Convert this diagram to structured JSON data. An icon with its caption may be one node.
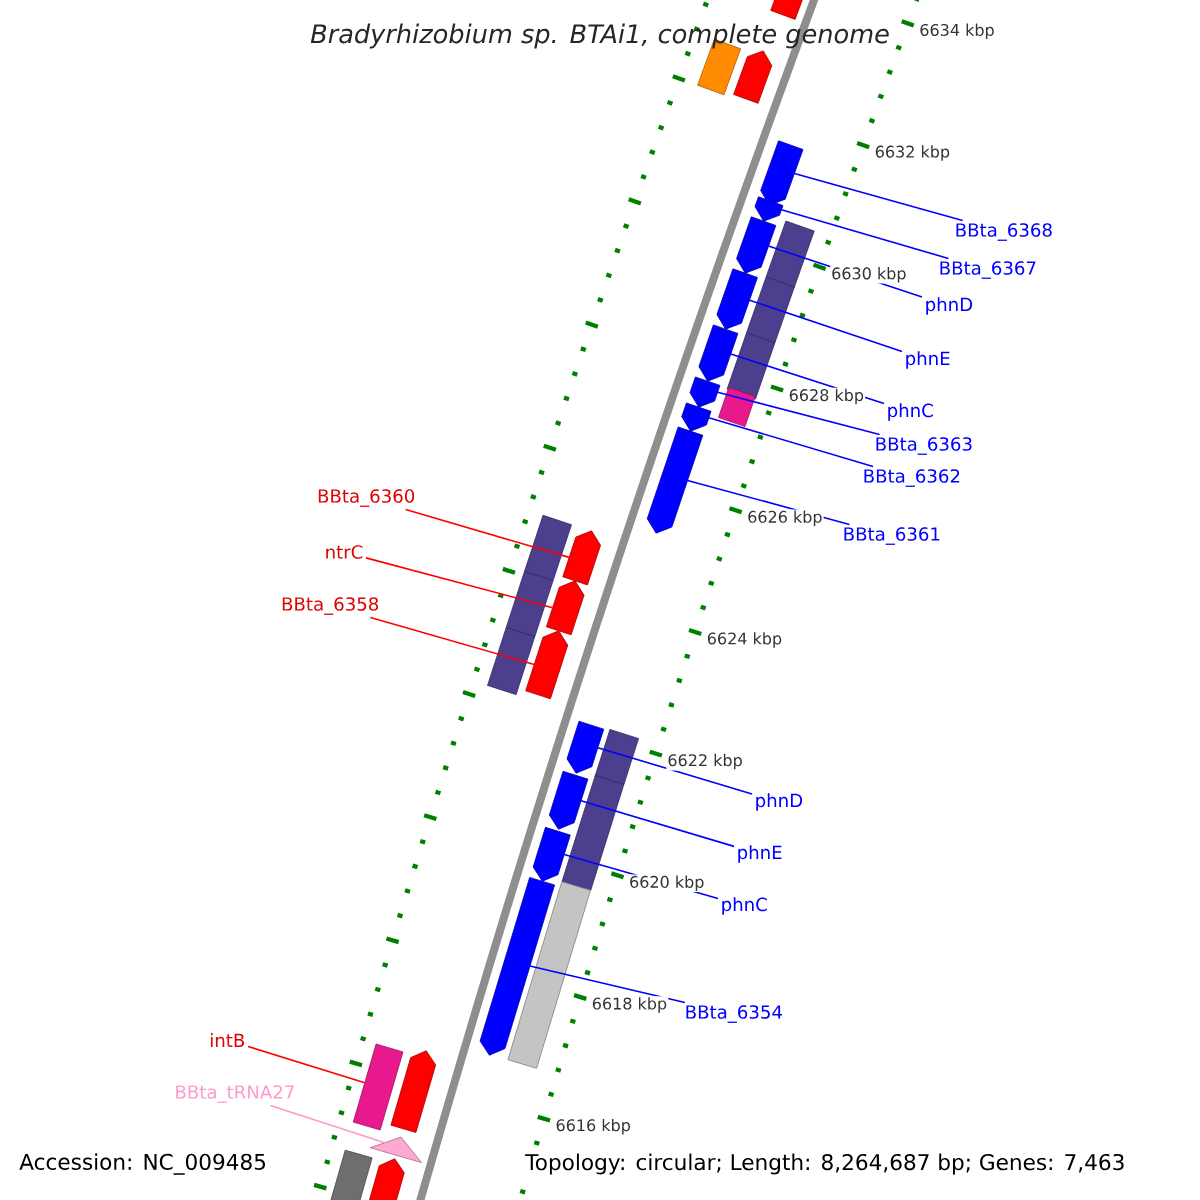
{
  "diagram": {
    "title": "Bradyrhizobium sp. BTAi1, complete genome",
    "nodes": [
      {
        "text": [
          "BBta_6368"
        ]
      },
      {
        "text": [
          "BBta_6367"
        ]
      },
      {
        "text": [
          "phnD"
        ]
      },
      {
        "text": [
          "phnE"
        ]
      },
      {
        "text": [
          "phnC"
        ]
      },
      {
        "text": [
          "BBta_6363"
        ]
      },
      {
        "text": [
          "BBta_6362"
        ]
      },
      {
        "text": [
          "BBta_6361"
        ]
      },
      {
        "text": [
          "BBta_6360"
        ]
      },
      {
        "text": [
          "ntrC"
        ]
      },
      {
        "text": [
          "BBta_6358"
        ]
      },
      {
        "text": [
          "phnD"
        ]
      },
      {
        "text": [
          "phnE"
        ]
      },
      {
        "text": [
          "phnC"
        ]
      },
      {
        "text": [
          "BBta_6354"
        ]
      },
      {
        "text": [
          "intB"
        ]
      },
      {
        "text": [
          "BBta_tRNA27"
        ]
      },
      {
        "text": [],
        "shape": "bar"
      },
      {
        "text": [],
        "shape": "bar"
      },
      {
        "text": [],
        "shape": "bar"
      },
      {
        "text": [],
        "shape": "bar"
      },
      {
        "text": [],
        "shape": "bar"
      },
      {
        "text": [],
        "shape": "bar"
      },
      {
        "text": [],
        "shape": "bar"
      },
      {
        "text": [],
        "shape": "bar"
      },
      {
        "text": [],
        "shape": "bar"
      },
      {
        "text": [],
        "shape": "bar"
      },
      {
        "text": [],
        "shape": "bar"
      },
      {
        "text": [],
        "shape": "bar"
      },
      {
        "text": [],
        "shape": "bar"
      },
      {
        "text": [],
        "shape": "bar"
      },
      {
        "text": [],
        "shape": "bar"
      },
      {
        "text": [],
        "shape": "bar"
      },
      {
        "text": [],
        "shape": "bar"
      },
      {
        "text": [],
        "shape": "bar"
      },
      {
        "text": [],
        "shape": "bar"
      },
      {
        "text": [],
        "shape": "bar"
      },
      {
        "text": [],
        "shape": "bar"
      },
      {
        "text": [],
        "shape": "bar"
      },
      {
        "text": [],
        "shape": "bar"
      },
      {
        "text": [],
        "shape": "bar"
      },
      {
        "text": [],
        "shape": "bar"
      },
      {
        "text": [],
        "shape": "bar"
      },
      {
        "text": [],
        "shape": "bar"
      },
      {
        "text": [],
        "shape": "bar"
      },
      {
        "text": [],
        "shape": "bar"
      },
      {
        "text": [],
        "shape": "bar"
      },
      {
        "text": [],
        "shape": "triangle"
      },
      {
        "text": [],
        "shape": "bar"
      },
      {
        "text": [],
        "shape": "bar"
      }
    ],
    "edges": [
      {
        "from": 0,
        "to": 20,
        "arrow": "none"
      },
      {
        "from": 1,
        "to": 21,
        "arrow": "none"
      },
      {
        "from": 2,
        "to": 22,
        "arrow": "none"
      },
      {
        "from": 3,
        "to": 24,
        "arrow": "none"
      },
      {
        "from": 4,
        "to": 26,
        "arrow": "none"
      },
      {
        "from": 5,
        "to": 28,
        "arrow": "none"
      },
      {
        "from": 6,
        "to": 30,
        "arrow": "none"
      },
      {
        "from": 7,
        "to": 31,
        "arrow": "none"
      },
      {
        "from": 8,
        "to": 33,
        "arrow": "none",
        "color": "#ff0000"
      },
      {
        "from": 9,
        "to": 35,
        "arrow": "none",
        "color": "#ff0000"
      },
      {
        "from": 10,
        "to": 37,
        "arrow": "none",
        "color": "#ff0000"
      },
      {
        "from": 11,
        "to": 38,
        "arrow": "none"
      },
      {
        "from": 12,
        "to": 40,
        "arrow": "none"
      },
      {
        "from": 13,
        "to": 42,
        "arrow": "none"
      },
      {
        "from": 14,
        "to": 43,
        "arrow": "none"
      },
      {
        "from": 15,
        "to": 45,
        "arrow": "none",
        "color": "#ff0000"
      },
      {
        "from": 16,
        "to": 47,
        "arrow": "none",
        "color": "#ff99cc"
      }
    ],
    "labels": [
      "6634 kbp",
      "6632 kbp",
      "6630 kbp",
      "6628 kbp",
      "6626 kbp",
      "6624 kbp",
      "6622 kbp",
      "6620 kbp",
      "6618 kbp",
      "6616 kbp",
      "Accession: NC_009485",
      "Topology: circular; Length: 8,264,687 bp; Genes: 7,463"
    ]
  }
}
